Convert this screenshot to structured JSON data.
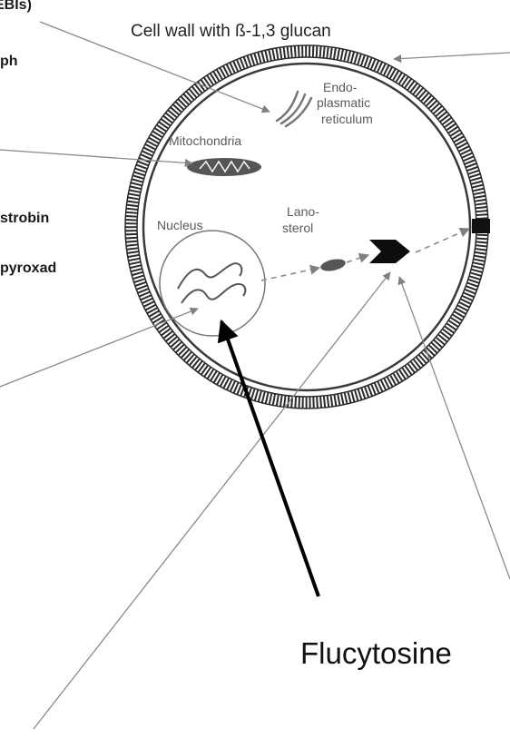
{
  "diagram": {
    "title": "Cell wall with ß-1,3 glucan",
    "cell_labels": {
      "endoplasmatic_line1": "Endo-",
      "endoplasmatic_line2": "plasmatic",
      "endoplasmatic_line3": "reticulum",
      "mitochondria": "Mitochondria",
      "nucleus": "Nucleus",
      "lanosterol_line1": "Lano-",
      "lanosterol_line2": "sterol"
    },
    "cut_off_labels": {
      "top_left": "EBIs)",
      "graph": "ph",
      "strobin": "strobin",
      "pyroxad": "pyroxad"
    },
    "callout": "Flucytosine",
    "colors": {
      "wall_hatch": "#2a2a2a",
      "gray_lines": "#8a8a8a",
      "callout_arrow": "#000000"
    }
  }
}
